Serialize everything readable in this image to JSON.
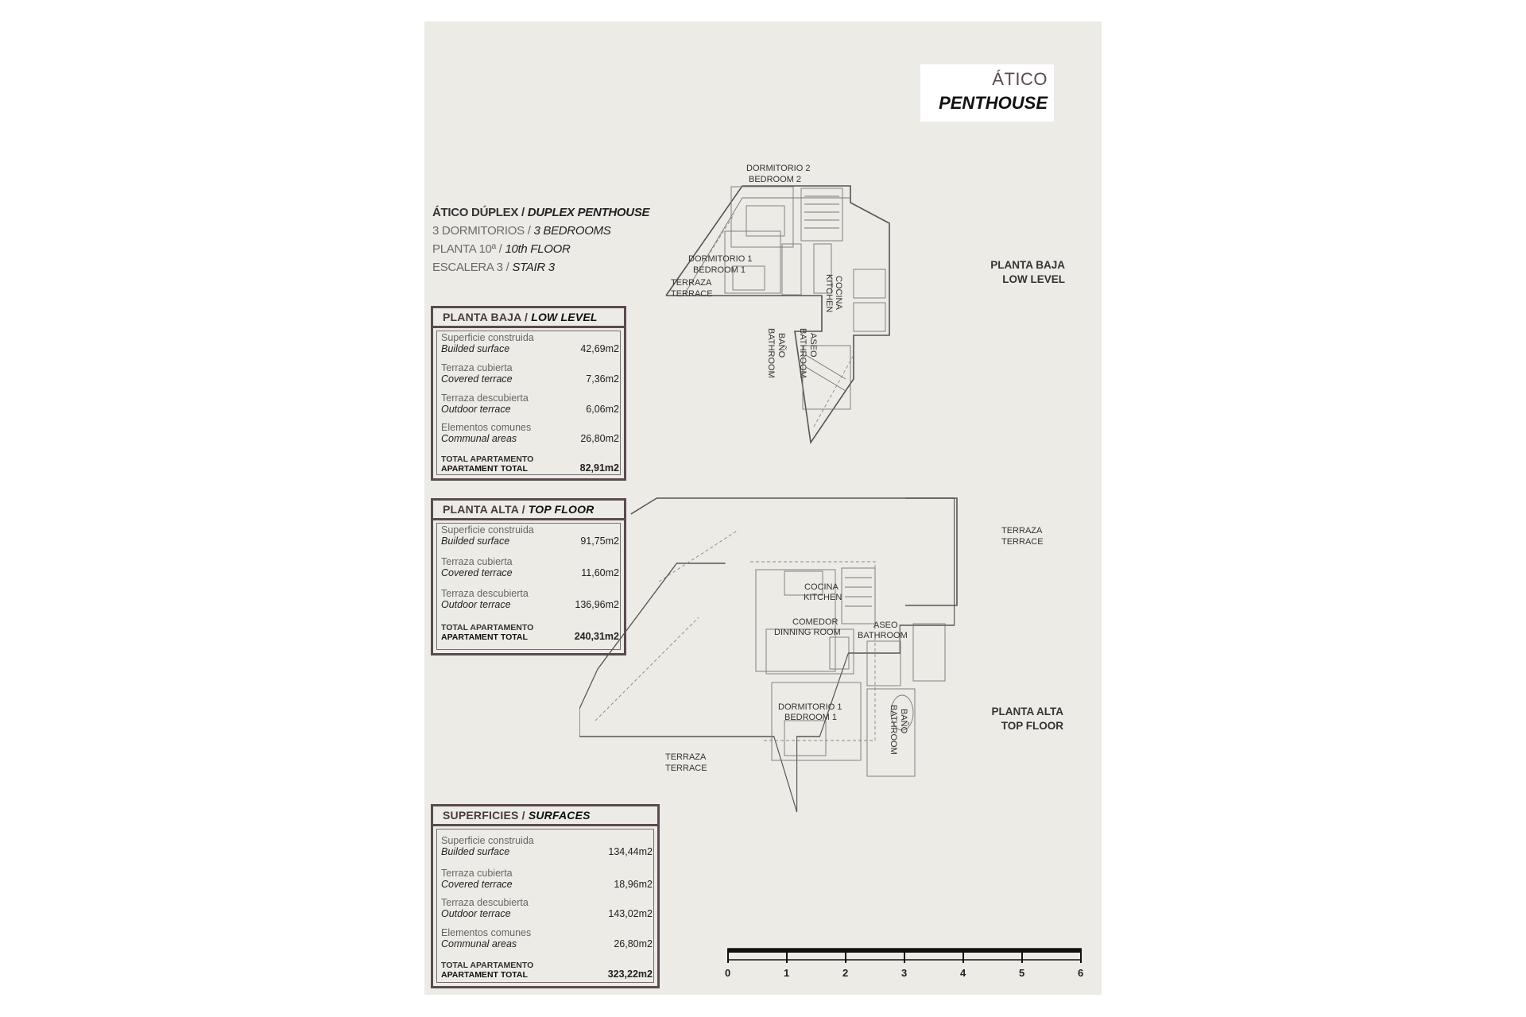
{
  "header": {
    "title_es": "ÁTICO",
    "title_en": "PENTHOUSE"
  },
  "summary": {
    "line1_es": "ÁTICO DÚPLEX /",
    "line1_en": "DUPLEX PENTHOUSE",
    "line2_es": "3 DORMITORIOS /",
    "line2_en": "3 BEDROOMS",
    "line3_es": "PLANTA 10ª /",
    "line3_en": "10th FLOOR",
    "line4_es": "ESCALERA 3 /",
    "line4_en": "STAIR 3"
  },
  "low_level": {
    "header_es": "PLANTA BAJA /",
    "header_en": "LOW LEVEL",
    "items": [
      {
        "es": "Superficie construida",
        "en": "Builded surface",
        "value": "42,69m2"
      },
      {
        "es": "Terraza cubierta",
        "en": "Covered terrace",
        "value": "7,36m2"
      },
      {
        "es": "Terraza descubierta",
        "en": "Outdoor terrace",
        "value": "6,06m2"
      },
      {
        "es": "Elementos comunes",
        "en": "Communal areas",
        "value": "26,80m2"
      }
    ],
    "total": {
      "es": "TOTAL APARTAMENTO",
      "en": "APARTAMENT TOTAL",
      "value": "82,91m2"
    }
  },
  "top_floor": {
    "header_es": "PLANTA ALTA /",
    "header_en": "TOP FLOOR",
    "items": [
      {
        "es": "Superficie construida",
        "en": "Builded surface",
        "value": "91,75m2"
      },
      {
        "es": "Terraza cubierta",
        "en": "Covered terrace",
        "value": "11,60m2"
      },
      {
        "es": "Terraza descubierta",
        "en": "Outdoor terrace",
        "value": "136,96m2"
      }
    ],
    "total": {
      "es": "TOTAL APARTAMENTO",
      "en": "APARTAMENT TOTAL",
      "value": "240,31m2"
    }
  },
  "surfaces": {
    "header_es": "SUPERFICIES /",
    "header_en": "SURFACES",
    "items": [
      {
        "es": "Superficie construida",
        "en": "Builded surface",
        "value": "134,44m2"
      },
      {
        "es": "Terraza cubierta",
        "en": "Covered terrace",
        "value": "18,96m2"
      },
      {
        "es": "Terraza descubierta",
        "en": "Outdoor terrace",
        "value": "143,02m2"
      },
      {
        "es": "Elementos comunes",
        "en": "Communal areas",
        "value": "26,80m2"
      }
    ],
    "total": {
      "es": "TOTAL APARTAMENTO",
      "en": "APARTAMENT TOTAL",
      "value": "323,22m2"
    }
  },
  "level_labels": {
    "low_es": "PLANTA BAJA",
    "low_en": "LOW LEVEL",
    "top_es": "PLANTA ALTA",
    "top_en": "TOP FLOOR"
  },
  "plan_low": {
    "dorm2_es": "DORMITORIO 2",
    "dorm2_en": "BEDROOM 2",
    "dorm1_es": "DORMITORIO 1",
    "dorm1_en": "BEDROOM 1",
    "terr_es": "TERRAZA",
    "terr_en": "TERRACE",
    "kitchen_es": "COCINA",
    "kitchen_en": "KITCHEN",
    "bath_es": "BAÑO",
    "bath_en": "BATHROOM",
    "aseo_es": "ASEO",
    "aseo_en": "BATHROOM"
  },
  "plan_top": {
    "kitchen_es": "COCINA",
    "kitchen_en": "KITCHEN",
    "dining_es": "COMEDOR",
    "dining_en": "DINNING ROOM",
    "aseo_es": "ASEO",
    "aseo_en": "BATHROOM",
    "dorm1_es": "DORMITORIO 1",
    "dorm1_en": "BEDROOM 1",
    "bath_es": "BAÑO",
    "bath_en": "BATHROOM",
    "terr1_es": "TERRAZA",
    "terr1_en": "TERRACE",
    "terr2_es": "TERRAZA",
    "terr2_en": "TERRACE"
  },
  "scale": {
    "ticks": [
      "0",
      "1",
      "2",
      "3",
      "4",
      "5",
      "6"
    ]
  }
}
